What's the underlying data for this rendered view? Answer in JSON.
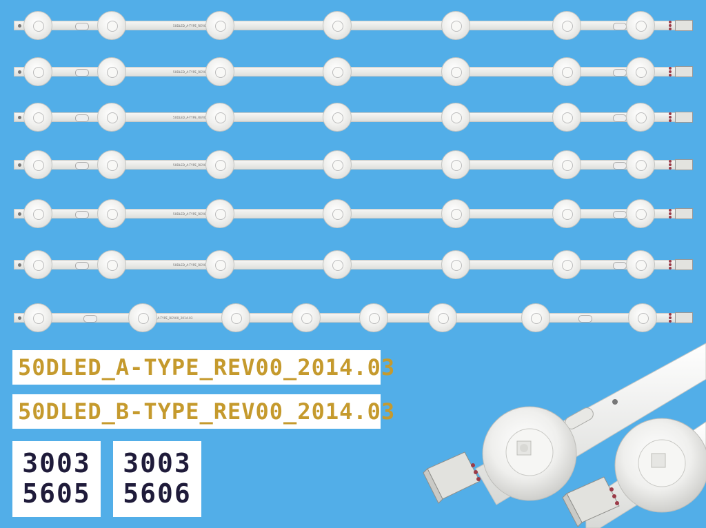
{
  "labels": {
    "label_a": "50DLED_A-TYPE_REV00_2014.03",
    "label_b": "50DLED_B-TYPE_REV00_2014.03"
  },
  "codes": {
    "code_a": {
      "line1": "3003",
      "line2": "5605"
    },
    "code_b": {
      "line1": "3003",
      "line2": "5606"
    }
  },
  "strip_marking": "50DLED_A-TYPE_REV00_2014.03",
  "colors": {
    "background": "#52aee8",
    "strip": "#ececea",
    "label_text": "#c59a2d",
    "code_text": "#1f1b3a"
  }
}
